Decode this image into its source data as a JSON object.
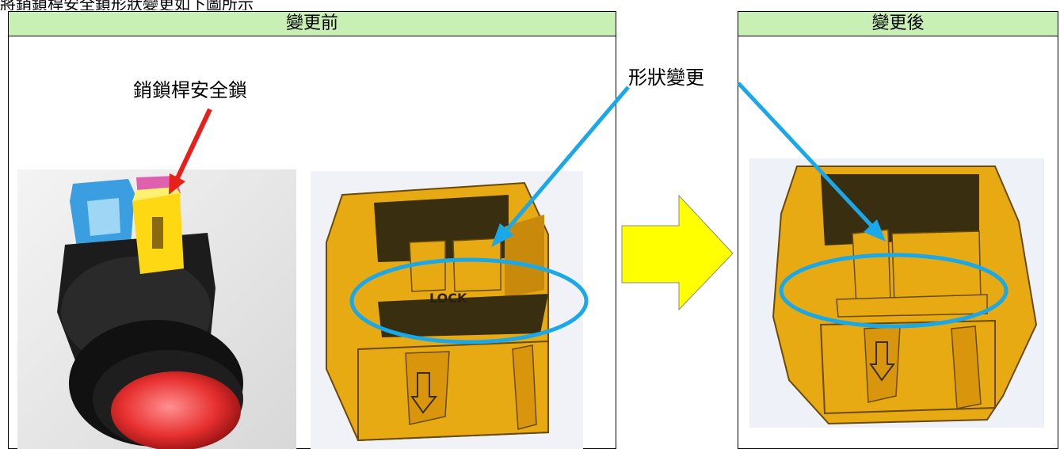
{
  "cropped_top_text": "將銷鎖桿安全鎖形狀變更如下圖所示",
  "before_panel": {
    "title": "變更前",
    "callout": "銷鎖桿安全鎖",
    "lock_text": "LOCK"
  },
  "after_panel": {
    "title": "變更後"
  },
  "shape_change_label": "形狀變更",
  "colors": {
    "header_bg": "#c8f0b4",
    "part_yellow": "#e8aa12",
    "callout_arrow_red": "#e8201c",
    "pointer_arrow_blue": "#1aa8e8",
    "big_arrow_yellow": "#ffff00"
  }
}
